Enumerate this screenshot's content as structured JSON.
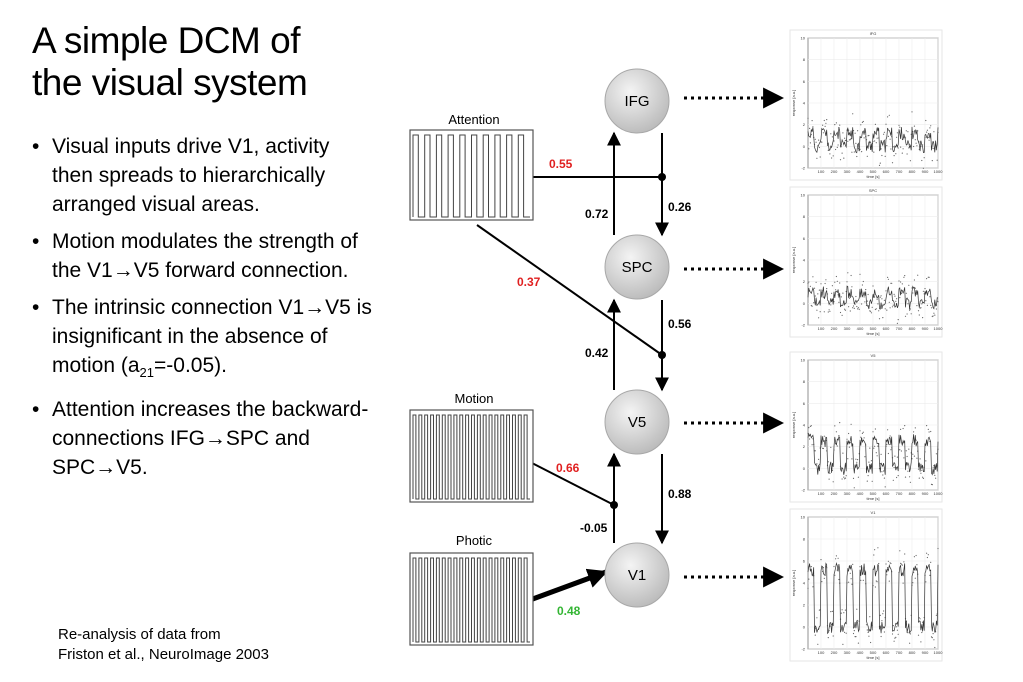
{
  "title_line1": "A simple DCM of",
  "title_line2": "the visual system",
  "bullets": [
    {
      "text": "Visual inputs drive V1, activity then spreads to hierarchically arranged visual areas."
    },
    {
      "text": "Motion modulates the strength of the V1→V5 forward connection."
    },
    {
      "text_before": "The intrinsic connection V1→V5 is insignificant in the absence of motion (a",
      "sub": "21",
      "text_after": "=-0.05)."
    },
    {
      "text": "Attention increases the backward-connections IFG→SPC and SPC→V5."
    }
  ],
  "bullet_marker": "•",
  "reference": {
    "line1": "Re-analysis of data from",
    "line2": "Friston et al., NeuroImage 2003"
  },
  "nodes": {
    "ifg": "IFG",
    "spc": "SPC",
    "v5": "V5",
    "v1": "V1"
  },
  "inputs": {
    "attention": "Attention",
    "motion": "Motion",
    "photic": "Photic"
  },
  "weights": {
    "ifg_spc_up": "0.72",
    "ifg_spc_down": "0.26",
    "spc_v5_up": "0.42",
    "spc_v5_down": "0.56",
    "v5_v1_up": "-0.05",
    "v5_v1_down": "0.88",
    "attention_mod_ifg_spc": "0.55",
    "attention_mod_spc_v5": "0.37",
    "motion_mod_v1_v5": "0.66",
    "photic_v1": "0.48"
  },
  "colors": {
    "modulatory": "#e02020",
    "driving": "#33b533",
    "node_fill": "#cfcfcf",
    "ink": "#000000"
  },
  "plots": [
    {
      "title": "IFG",
      "ylabel": "response [a.u.]",
      "xlabel": "time [s]"
    },
    {
      "title": "SPC",
      "ylabel": "response [a.u.]",
      "xlabel": "time [s]"
    },
    {
      "title": "V5",
      "ylabel": "response [a.u.]",
      "xlabel": "time [s]"
    },
    {
      "title": "V1",
      "ylabel": "response [a.u.]",
      "xlabel": "time [s]"
    }
  ],
  "plot_yticks": [
    "10",
    "8",
    "6",
    "4",
    "2",
    "0",
    "-2"
  ],
  "plot_xticks": [
    "100",
    "200",
    "300",
    "400",
    "500",
    "600",
    "700",
    "800",
    "900",
    "1000"
  ]
}
